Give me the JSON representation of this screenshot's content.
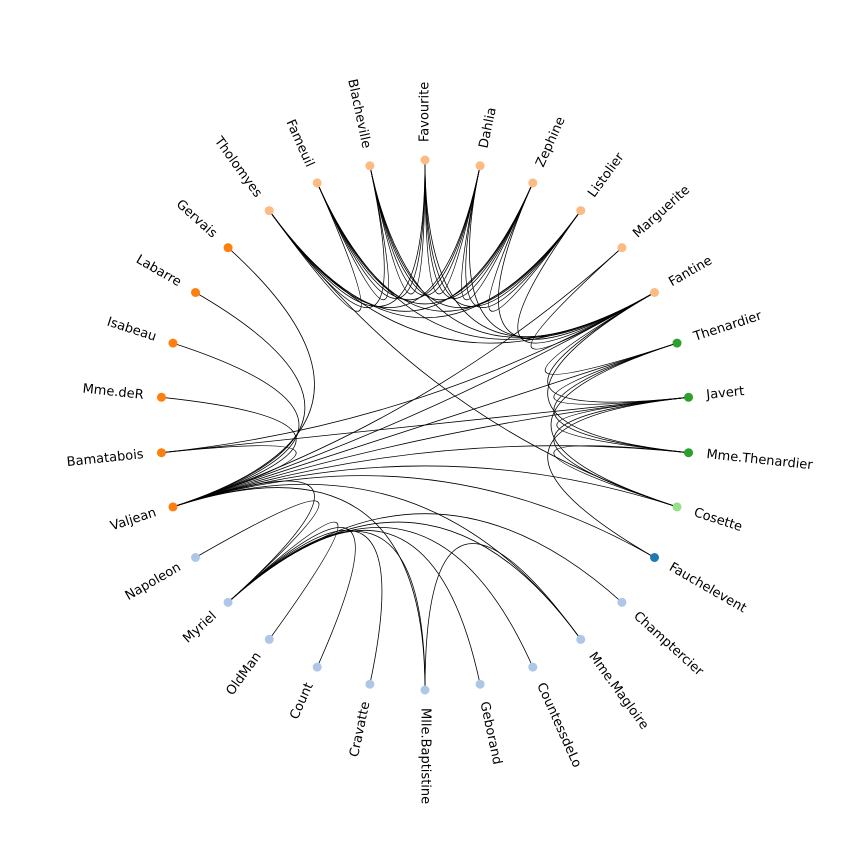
{
  "nodes": [
    {
      "id": "Fantine",
      "group": "fantine",
      "color": "#fdbb84"
    },
    {
      "id": "Thenardier",
      "group": "thenardier",
      "color": "#2ca02c"
    },
    {
      "id": "Javert",
      "group": "thenardier",
      "color": "#2ca02c"
    },
    {
      "id": "Mme.Thenardier",
      "group": "thenardier",
      "color": "#2ca02c"
    },
    {
      "id": "Cosette",
      "group": "cosette",
      "color": "#98df8a"
    },
    {
      "id": "Fauchelevent",
      "group": "fauchelevent",
      "color": "#1f77b4"
    },
    {
      "id": "Champtercier",
      "group": "myriel",
      "color": "#aec7e8"
    },
    {
      "id": "Mme.Magloire",
      "group": "myriel",
      "color": "#aec7e8"
    },
    {
      "id": "CountessdeLo",
      "group": "myriel",
      "color": "#aec7e8"
    },
    {
      "id": "Geborand",
      "group": "myriel",
      "color": "#aec7e8"
    },
    {
      "id": "Mlle.Baptistine",
      "group": "myriel",
      "color": "#aec7e8"
    },
    {
      "id": "Cravatte",
      "group": "myriel",
      "color": "#aec7e8"
    },
    {
      "id": "Count",
      "group": "myriel",
      "color": "#aec7e8"
    },
    {
      "id": "OldMan",
      "group": "myriel",
      "color": "#aec7e8"
    },
    {
      "id": "Myriel",
      "group": "myriel",
      "color": "#aec7e8"
    },
    {
      "id": "Napoleon",
      "group": "myriel",
      "color": "#aec7e8"
    },
    {
      "id": "Valjean",
      "group": "valjean",
      "color": "#ff7f0e"
    },
    {
      "id": "Bamatabois",
      "group": "valjean",
      "color": "#ff7f0e"
    },
    {
      "id": "Mme.deR",
      "group": "valjean",
      "color": "#ff7f0e"
    },
    {
      "id": "Isabeau",
      "group": "valjean",
      "color": "#ff7f0e"
    },
    {
      "id": "Labarre",
      "group": "valjean",
      "color": "#ff7f0e"
    },
    {
      "id": "Gervais",
      "group": "valjean",
      "color": "#ff7f0e"
    },
    {
      "id": "Tholomyes",
      "group": "fantine",
      "color": "#fdbb84"
    },
    {
      "id": "Fameuil",
      "group": "fantine",
      "color": "#fdbb84"
    },
    {
      "id": "Blacheville",
      "group": "fantine",
      "color": "#fdbb84"
    },
    {
      "id": "Favourite",
      "group": "fantine",
      "color": "#fdbb84"
    },
    {
      "id": "Dahlia",
      "group": "fantine",
      "color": "#fdbb84"
    },
    {
      "id": "Zephine",
      "group": "fantine",
      "color": "#fdbb84"
    },
    {
      "id": "Listolier",
      "group": "fantine",
      "color": "#fdbb84"
    },
    {
      "id": "Marguerite",
      "group": "fantine",
      "color": "#fdbb84"
    }
  ],
  "edges": [
    [
      "Myriel",
      "Napoleon"
    ],
    [
      "Myriel",
      "Mlle.Baptistine"
    ],
    [
      "Myriel",
      "Mme.Magloire"
    ],
    [
      "Myriel",
      "CountessdeLo"
    ],
    [
      "Myriel",
      "Geborand"
    ],
    [
      "Myriel",
      "Champtercier"
    ],
    [
      "Myriel",
      "Cravatte"
    ],
    [
      "Myriel",
      "Count"
    ],
    [
      "Myriel",
      "OldMan"
    ],
    [
      "Myriel",
      "Valjean"
    ],
    [
      "Mlle.Baptistine",
      "Mme.Magloire"
    ],
    [
      "Mlle.Baptistine",
      "Valjean"
    ],
    [
      "Mme.Magloire",
      "Valjean"
    ],
    [
      "Valjean",
      "Labarre"
    ],
    [
      "Valjean",
      "Mme.deR"
    ],
    [
      "Valjean",
      "Isabeau"
    ],
    [
      "Valjean",
      "Gervais"
    ],
    [
      "Valjean",
      "Bamatabois"
    ],
    [
      "Valjean",
      "Fantine"
    ],
    [
      "Valjean",
      "Marguerite"
    ],
    [
      "Valjean",
      "Thenardier"
    ],
    [
      "Valjean",
      "Javert"
    ],
    [
      "Valjean",
      "Mme.Thenardier"
    ],
    [
      "Valjean",
      "Cosette"
    ],
    [
      "Valjean",
      "Fauchelevent"
    ],
    [
      "Bamatabois",
      "Fantine"
    ],
    [
      "Bamatabois",
      "Javert"
    ],
    [
      "Fantine",
      "Marguerite"
    ],
    [
      "Fantine",
      "Thenardier"
    ],
    [
      "Fantine",
      "Javert"
    ],
    [
      "Fantine",
      "Mme.Thenardier"
    ],
    [
      "Fantine",
      "Tholomyes"
    ],
    [
      "Fantine",
      "Listolier"
    ],
    [
      "Fantine",
      "Fameuil"
    ],
    [
      "Fantine",
      "Blacheville"
    ],
    [
      "Fantine",
      "Favourite"
    ],
    [
      "Fantine",
      "Dahlia"
    ],
    [
      "Fantine",
      "Zephine"
    ],
    [
      "Thenardier",
      "Javert"
    ],
    [
      "Thenardier",
      "Mme.Thenardier"
    ],
    [
      "Thenardier",
      "Cosette"
    ],
    [
      "Javert",
      "Mme.Thenardier"
    ],
    [
      "Javert",
      "Cosette"
    ],
    [
      "Javert",
      "Fauchelevent"
    ],
    [
      "Mme.Thenardier",
      "Cosette"
    ],
    [
      "Cosette",
      "Tholomyes"
    ],
    [
      "Tholomyes",
      "Listolier"
    ],
    [
      "Tholomyes",
      "Fameuil"
    ],
    [
      "Tholomyes",
      "Blacheville"
    ],
    [
      "Tholomyes",
      "Favourite"
    ],
    [
      "Tholomyes",
      "Dahlia"
    ],
    [
      "Tholomyes",
      "Zephine"
    ],
    [
      "Listolier",
      "Fameuil"
    ],
    [
      "Listolier",
      "Blacheville"
    ],
    [
      "Listolier",
      "Favourite"
    ],
    [
      "Listolier",
      "Dahlia"
    ],
    [
      "Listolier",
      "Zephine"
    ],
    [
      "Fameuil",
      "Blacheville"
    ],
    [
      "Fameuil",
      "Favourite"
    ],
    [
      "Fameuil",
      "Dahlia"
    ],
    [
      "Fameuil",
      "Zephine"
    ],
    [
      "Blacheville",
      "Favourite"
    ],
    [
      "Blacheville",
      "Dahlia"
    ],
    [
      "Blacheville",
      "Zephine"
    ],
    [
      "Favourite",
      "Dahlia"
    ],
    [
      "Favourite",
      "Zephine"
    ],
    [
      "Dahlia",
      "Zephine"
    ]
  ]
}
